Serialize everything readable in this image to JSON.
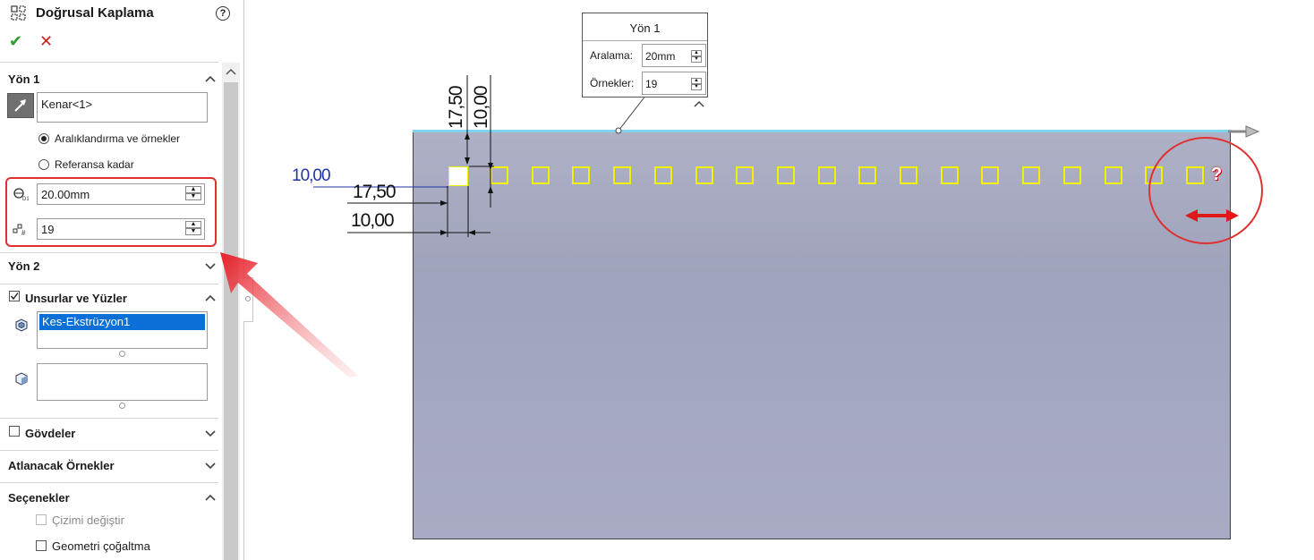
{
  "panel": {
    "title": "Doğrusal Kaplama",
    "help_glyph": "?",
    "ok_glyph": "✔",
    "cancel_glyph": "✕",
    "direction1": {
      "title": "Yön 1",
      "edge_field": "Kenar<1>",
      "radio_spacing": "Aralıklandırma ve örnekler",
      "radio_reference": "Referansa kadar",
      "spacing_value": "20.00mm",
      "instances_value": "19",
      "selected_mode": "spacing"
    },
    "direction2": {
      "title": "Yön 2"
    },
    "features": {
      "title": "Unsurlar ve Yüzler",
      "checked": true,
      "items": [
        "Kes-Ekstrüzyon1"
      ]
    },
    "bodies": {
      "title": "Gövdeler",
      "checked": false
    },
    "skip": {
      "title": "Atlanacak Örnekler"
    },
    "options": {
      "title": "Seçenekler",
      "vary_sketch": "Çizimi değiştir",
      "geometry_pattern": "Geometri çoğaltma"
    }
  },
  "callout": {
    "title": "Yön 1",
    "spacing_label": "Aralama:",
    "spacing_value": "20mm",
    "instances_label": "Örnekler:",
    "instances_value": "19",
    "collapse_glyph": "⌃"
  },
  "dimensions": {
    "d_vertical_1": "17,50",
    "d_vertical_2": "10,00",
    "d_horizontal_blue": "10,00",
    "d_horizontal_1": "17,50",
    "d_horizontal_2": "10,00"
  },
  "pattern": {
    "instance_count": 19,
    "question_glyph": "?"
  },
  "colors": {
    "accent_red": "#e03030",
    "preview_yellow": "#f2f200",
    "selection_blue": "#0a6fd6",
    "edge_cyan": "#7fd4ef"
  }
}
